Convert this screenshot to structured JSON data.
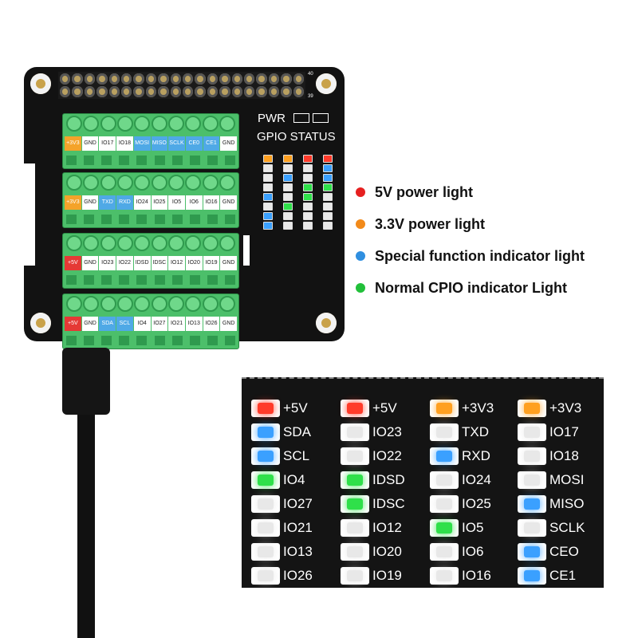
{
  "board": {
    "pwr_label": "PWR",
    "status_label": "GPIO STATUS",
    "pin_num_1": "40",
    "pin_num_2": "39"
  },
  "terminal_rows": [
    [
      "+3V3",
      "GND",
      "IO17",
      "IO18",
      "MOSI",
      "MISO",
      "SCLK",
      "CE0",
      "CE1",
      "GND"
    ],
    [
      "+3V3",
      "GND",
      "TXD",
      "RXD",
      "IO24",
      "IO25",
      "IO5",
      "IO6",
      "IO16",
      "GND"
    ],
    [
      "+5V",
      "GND",
      "IO23",
      "IO22",
      "IDSD",
      "IDSC",
      "IO12",
      "IO20",
      "IO19",
      "GND"
    ],
    [
      "+5V",
      "GND",
      "SDA",
      "SCL",
      "IO4",
      "IO27",
      "IO21",
      "IO13",
      "IO26",
      "GND"
    ]
  ],
  "legend": [
    {
      "text": "5V power light",
      "color": "#e62020"
    },
    {
      "text": "3.3V power light",
      "color": "#f28a1a"
    },
    {
      "text": "Special function indicator light",
      "color": "#2f8fe0"
    },
    {
      "text": "Normal CPIO indicator Light",
      "color": "#22c03a"
    }
  ],
  "zoom_columns": [
    [
      [
        "+5V",
        "red"
      ],
      [
        "SDA",
        "blue"
      ],
      [
        "SCL",
        "blue"
      ],
      [
        "IO4",
        "green"
      ],
      [
        "IO27",
        "off"
      ],
      [
        "IO21",
        "off"
      ],
      [
        "IO13",
        "off"
      ],
      [
        "IO26",
        "off"
      ]
    ],
    [
      [
        "+5V",
        "red"
      ],
      [
        "IO23",
        "off"
      ],
      [
        "IO22",
        "off"
      ],
      [
        "IDSD",
        "green"
      ],
      [
        "IDSC",
        "green"
      ],
      [
        "IO12",
        "off"
      ],
      [
        "IO20",
        "off"
      ],
      [
        "IO19",
        "off"
      ]
    ],
    [
      [
        "+3V3",
        "orange"
      ],
      [
        "TXD",
        "off"
      ],
      [
        "RXD",
        "blue"
      ],
      [
        "IO24",
        "off"
      ],
      [
        "IO25",
        "off"
      ],
      [
        "IO5",
        "green"
      ],
      [
        "IO6",
        "off"
      ],
      [
        "IO16",
        "off"
      ]
    ],
    [
      [
        "+3V3",
        "orange"
      ],
      [
        "IO17",
        "off"
      ],
      [
        "IO18",
        "off"
      ],
      [
        "MOSI",
        "off"
      ],
      [
        "MISO",
        "blue"
      ],
      [
        "SCLK",
        "off"
      ],
      [
        "CEO",
        "blue"
      ],
      [
        "CE1",
        "blue"
      ]
    ]
  ],
  "led_colors": {
    "red": "#ff3b2a",
    "orange": "#ffa020",
    "blue": "#3aa0ff",
    "green": "#2fe04a",
    "off": "#e8e8e8"
  }
}
